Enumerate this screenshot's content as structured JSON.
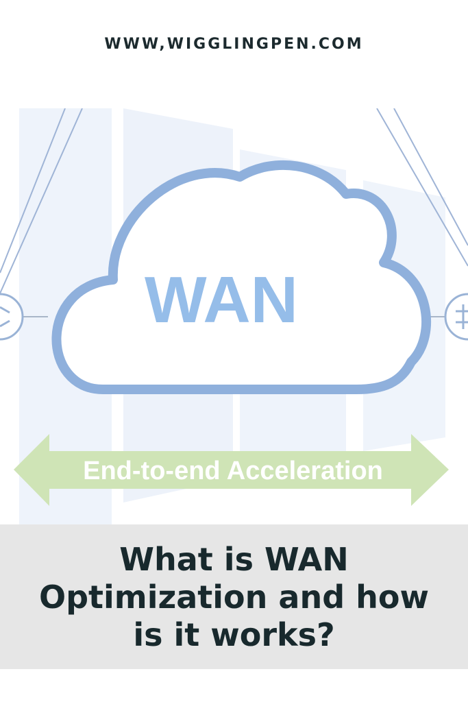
{
  "header": {
    "site_url": "WWW,WIGGLINGPEN.COM"
  },
  "illustration": {
    "cloud_label": "WAN",
    "arrow_label": "End-to-end Acceleration",
    "colors": {
      "cloud_stroke": "#8fb0dc",
      "wan_text": "#95bde9",
      "arrow_fill": "#cfe4b6",
      "panel_fill": "#eef3fb",
      "line_color": "#9fb4d6"
    }
  },
  "title": {
    "line1": "What is WAN",
    "line2": "Optimization and how",
    "line3": "is it works?"
  }
}
